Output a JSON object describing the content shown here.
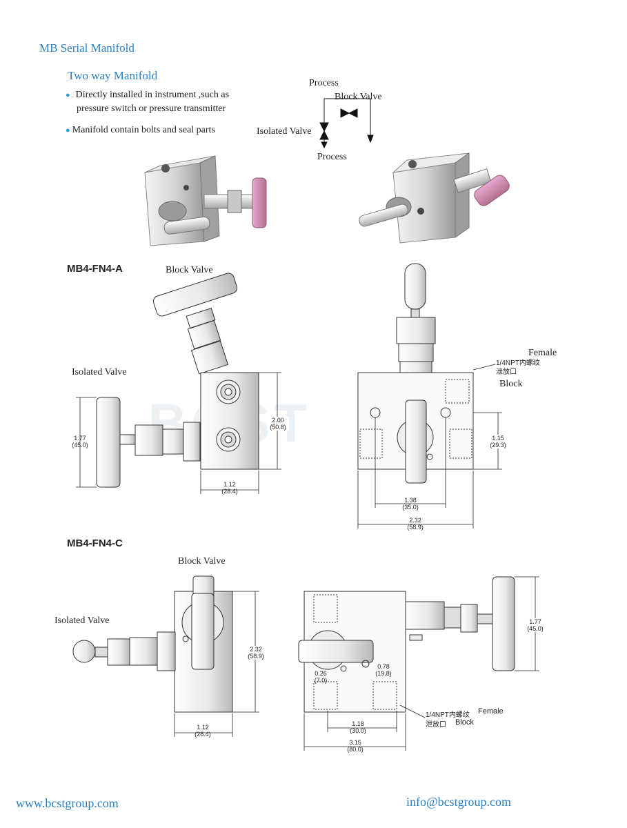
{
  "header": {
    "series_title": "MB Serial Manifold",
    "subtitle": "Two way Manifold",
    "bullets": [
      "Directly installed in instrument ,such as",
      "pressure switch or pressure transmitter",
      "Manifold contain bolts and seal parts"
    ]
  },
  "schematic": {
    "process_top": "Process",
    "block_valve": "Block Valve",
    "isolated_valve": "Isolated Valve",
    "process_bottom": "Process"
  },
  "watermark": "BCST",
  "model_a": {
    "name": "MB4-FN4-A",
    "block_valve": "Block Valve",
    "isolated_valve": "Isolated Valve",
    "female": "Female",
    "thread_label": "1/4NPT内螺纹",
    "vent_label": "泄放口",
    "block": "Block",
    "dims": {
      "h_in": "1.77",
      "h_mm": "(45.0)",
      "body_h_in": "2.00",
      "body_h_mm": "(50.8)",
      "body_w_in": "1.12",
      "body_w_mm": "(28.4)",
      "port_in": "1.15",
      "port_mm": "(29.3)",
      "hole_in": "1.38",
      "hole_mm": "(35.0)",
      "total_in": "2.32",
      "total_mm": "(58.9)"
    }
  },
  "model_c": {
    "name": "MB4-FN4-C",
    "block_valve": "Block Valve",
    "isolated_valve": "Isolated Valve",
    "female": "Female",
    "thread_label": "1/4NPT内螺纹",
    "vent_label": "泄放口",
    "block": "Block",
    "dims": {
      "body_h_in": "2.32",
      "body_h_mm": "(58.9)",
      "body_w_in": "1.12",
      "body_w_mm": "(28.4)",
      "h_in": "1.77",
      "h_mm": "(45.0)",
      "off_a_in": "0.26",
      "off_a_mm": "(7.0)",
      "off_b_in": "0.78",
      "off_b_mm": "(19.8)",
      "port_in": "1.18",
      "port_mm": "(30.0)",
      "total_in": "3.15",
      "total_mm": "(80.0)"
    }
  },
  "footer": {
    "website": "www.bcstgroup.com",
    "email": "info@bcstgroup.com"
  }
}
